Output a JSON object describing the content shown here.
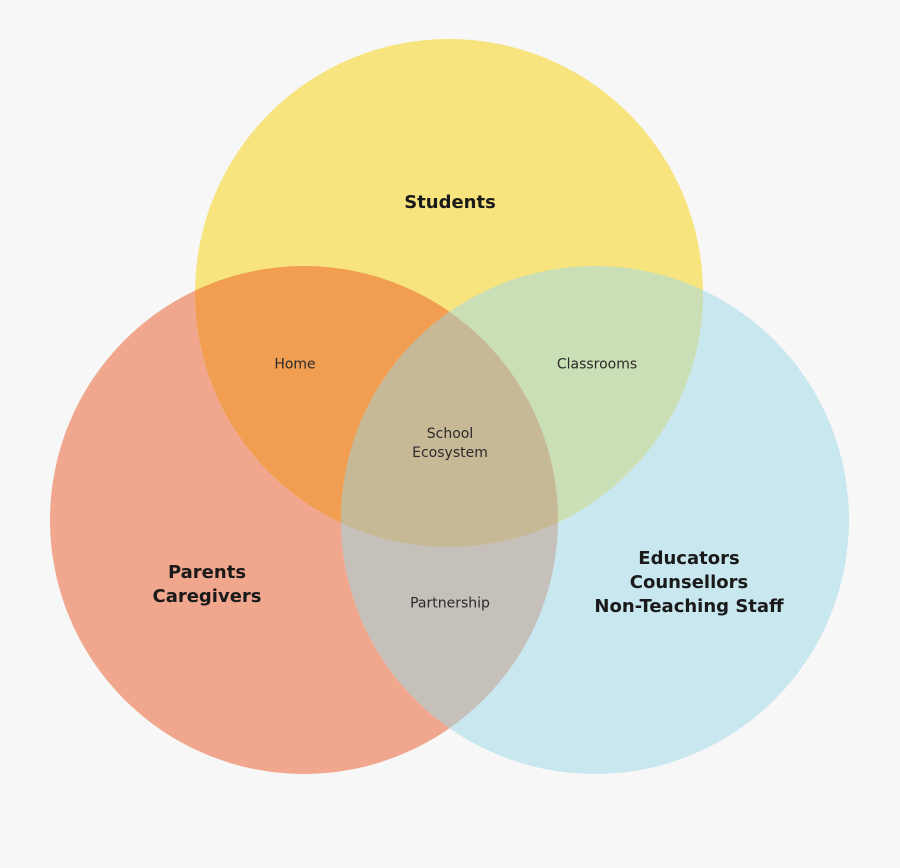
{
  "sets": {
    "students": {
      "label": "Students",
      "color": "#f7e47e"
    },
    "parents": {
      "lines": [
        "Parents",
        "Caregivers"
      ],
      "color": "#f0a78d"
    },
    "educators": {
      "lines": [
        "Educators",
        "Counsellors",
        "Non-Teaching Staff"
      ],
      "color": "#c8e7ef"
    }
  },
  "intersections": {
    "students_parents": {
      "label": "Home",
      "color": "#f19d52"
    },
    "students_educators": {
      "label": "Classrooms",
      "color": "#cbdfb6"
    },
    "parents_educators": {
      "label": "Partnership",
      "color": "#c6c0bb"
    },
    "all": {
      "lines": [
        "School",
        "Ecosystem"
      ],
      "color": "#c8b996"
    }
  }
}
